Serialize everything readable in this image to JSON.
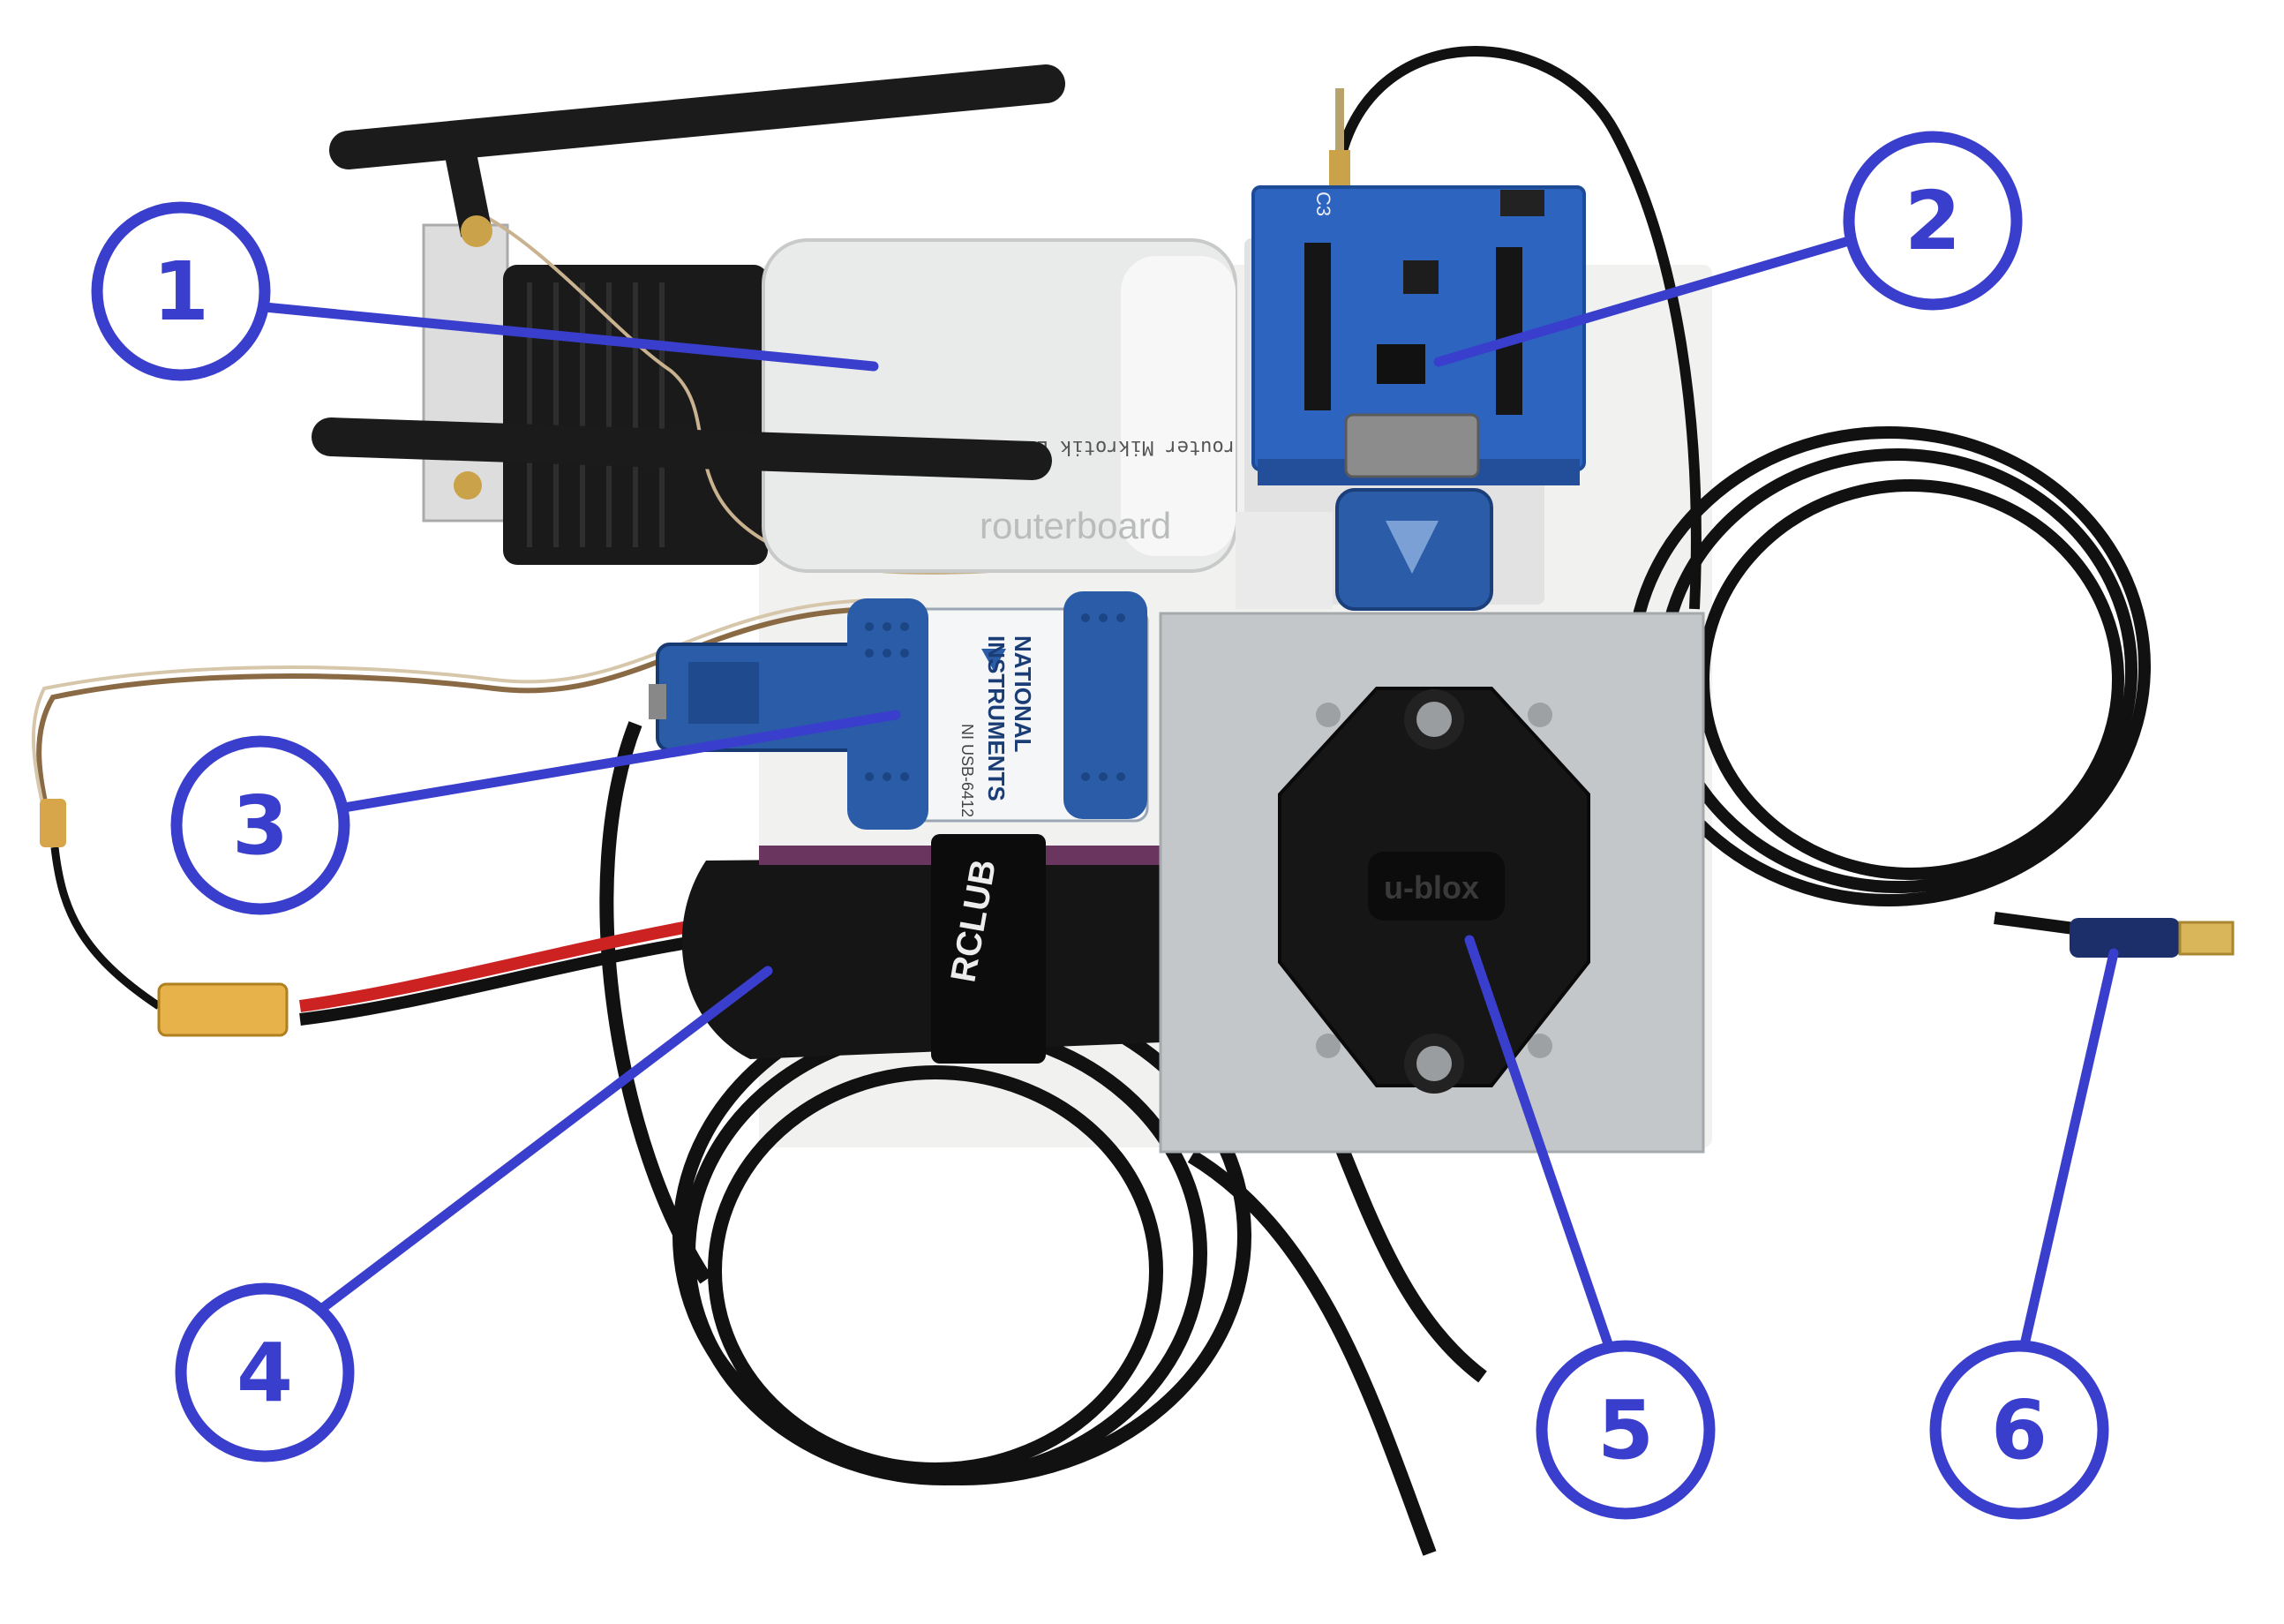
{
  "palette": {
    "callout": "#3a3ecc",
    "cable": "#111111",
    "router": "#e9ebea",
    "board": "#2d64c0",
    "ni_blue": "#2b5ca8",
    "plate": "#c4c7ca",
    "battery": "#151515",
    "xt60": "#e8b24a",
    "usb_gold": "#d9b65a"
  },
  "callouts": [
    {
      "num": "1",
      "part": "router"
    },
    {
      "num": "2",
      "part": "radio-board"
    },
    {
      "num": "3",
      "part": "daq-module"
    },
    {
      "num": "4",
      "part": "battery"
    },
    {
      "num": "5",
      "part": "gnss-antenna"
    },
    {
      "num": "6",
      "part": "usb-connector"
    }
  ],
  "labels": {
    "router_brand": "routerboard",
    "router_model": "router Mikrotik Lite RZ",
    "board_tag": "C3",
    "ni_line1": "NATIONAL",
    "ni_line2": "INSTRUMENTS",
    "ni_model": "NI USB-6412",
    "antenna_brand": "u-blox",
    "battery_strap": "RCLUB"
  }
}
